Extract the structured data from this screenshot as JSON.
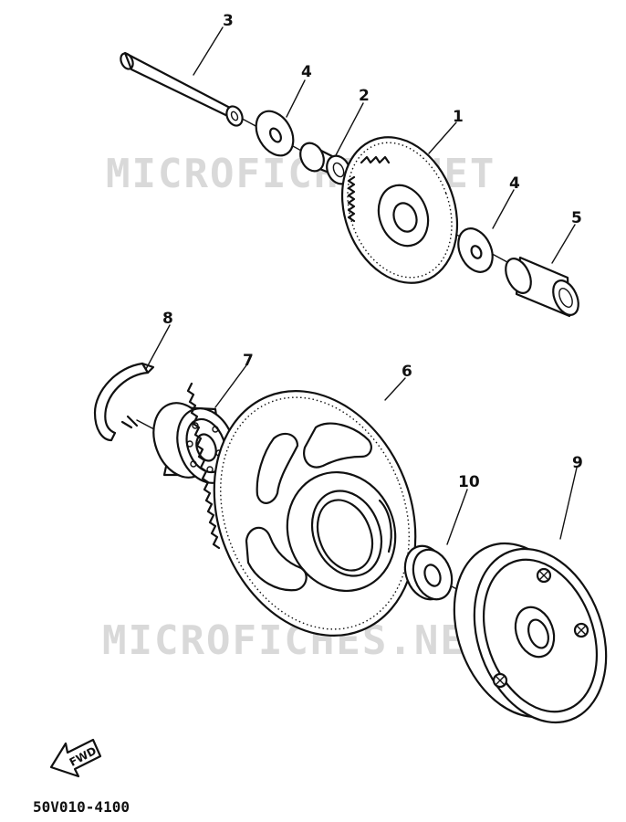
{
  "watermarks": [
    "MICROFICHES.NET",
    "MICROFICHES.NET"
  ],
  "callouts": {
    "c1": "1",
    "c2": "2",
    "c3": "3",
    "c4a": "4",
    "c4b": "4",
    "c5": "5",
    "c6": "6",
    "c7": "7",
    "c8": "8",
    "c9": "9",
    "c10": "10"
  },
  "forward_label": "FWD",
  "diagram_code": "50V010-4100"
}
